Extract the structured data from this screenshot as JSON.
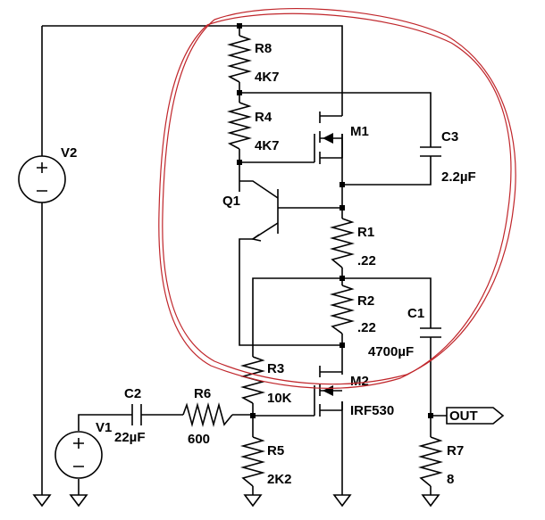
{
  "components": {
    "R8": {
      "ref": "R8",
      "value": "4K7"
    },
    "R4": {
      "ref": "R4",
      "value": "4K7"
    },
    "M1": {
      "ref": "M1"
    },
    "C3": {
      "ref": "C3",
      "value": "2.2µF"
    },
    "V2": {
      "ref": "V2"
    },
    "Q1": {
      "ref": "Q1"
    },
    "R1": {
      "ref": "R1",
      "value": ".22"
    },
    "R2": {
      "ref": "R2",
      "value": ".22"
    },
    "C1": {
      "ref": "C1",
      "value": "4700µF"
    },
    "R3": {
      "ref": "R3",
      "value": "10K"
    },
    "M2": {
      "ref": "M2",
      "value": "IRF530"
    },
    "C2": {
      "ref": "C2",
      "value": "22µF"
    },
    "R6": {
      "ref": "R6",
      "value": "600"
    },
    "V1": {
      "ref": "V1"
    },
    "R5": {
      "ref": "R5",
      "value": "2K2"
    },
    "R7": {
      "ref": "R7",
      "value": "8"
    }
  },
  "net_labels": {
    "out": "OUT"
  },
  "colors": {
    "wire": "#000000",
    "annotation": "#c0262b",
    "background": "#ffffff"
  }
}
